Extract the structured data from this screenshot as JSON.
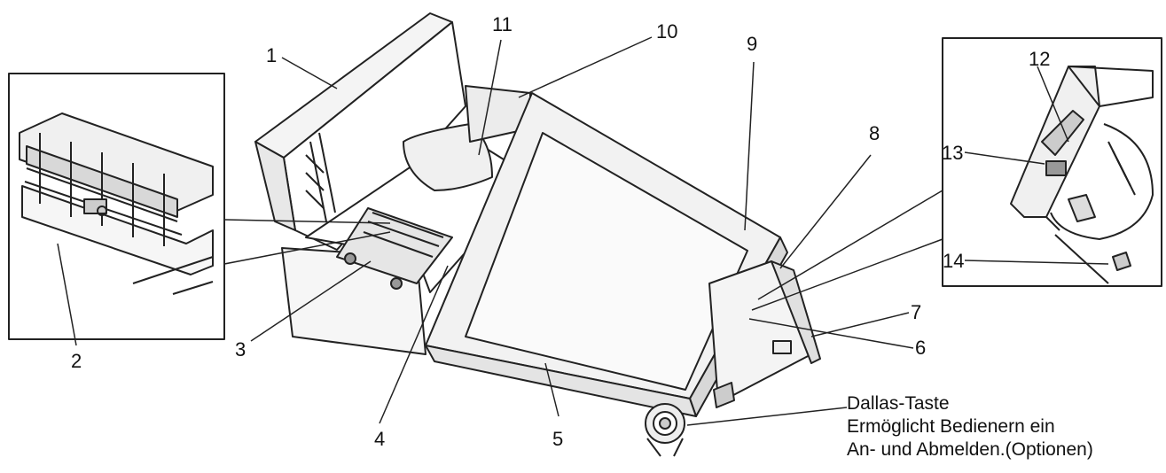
{
  "callouts": {
    "c1": "1",
    "c2": "2",
    "c3": "3",
    "c4": "4",
    "c5": "5",
    "c6": "6",
    "c7": "7",
    "c8": "8",
    "c9": "9",
    "c10": "10",
    "c11": "11",
    "c12": "12",
    "c13": "13",
    "c14": "14"
  },
  "caption": {
    "line1": "Dallas-Taste",
    "line2": "Ermöglicht Bedienern ein",
    "line3": "An- und Abmelden.(Optionen)"
  },
  "colors": {
    "line": "#222222",
    "screen_fill": "#fafafa",
    "panel_fill": "#eeeeee"
  }
}
